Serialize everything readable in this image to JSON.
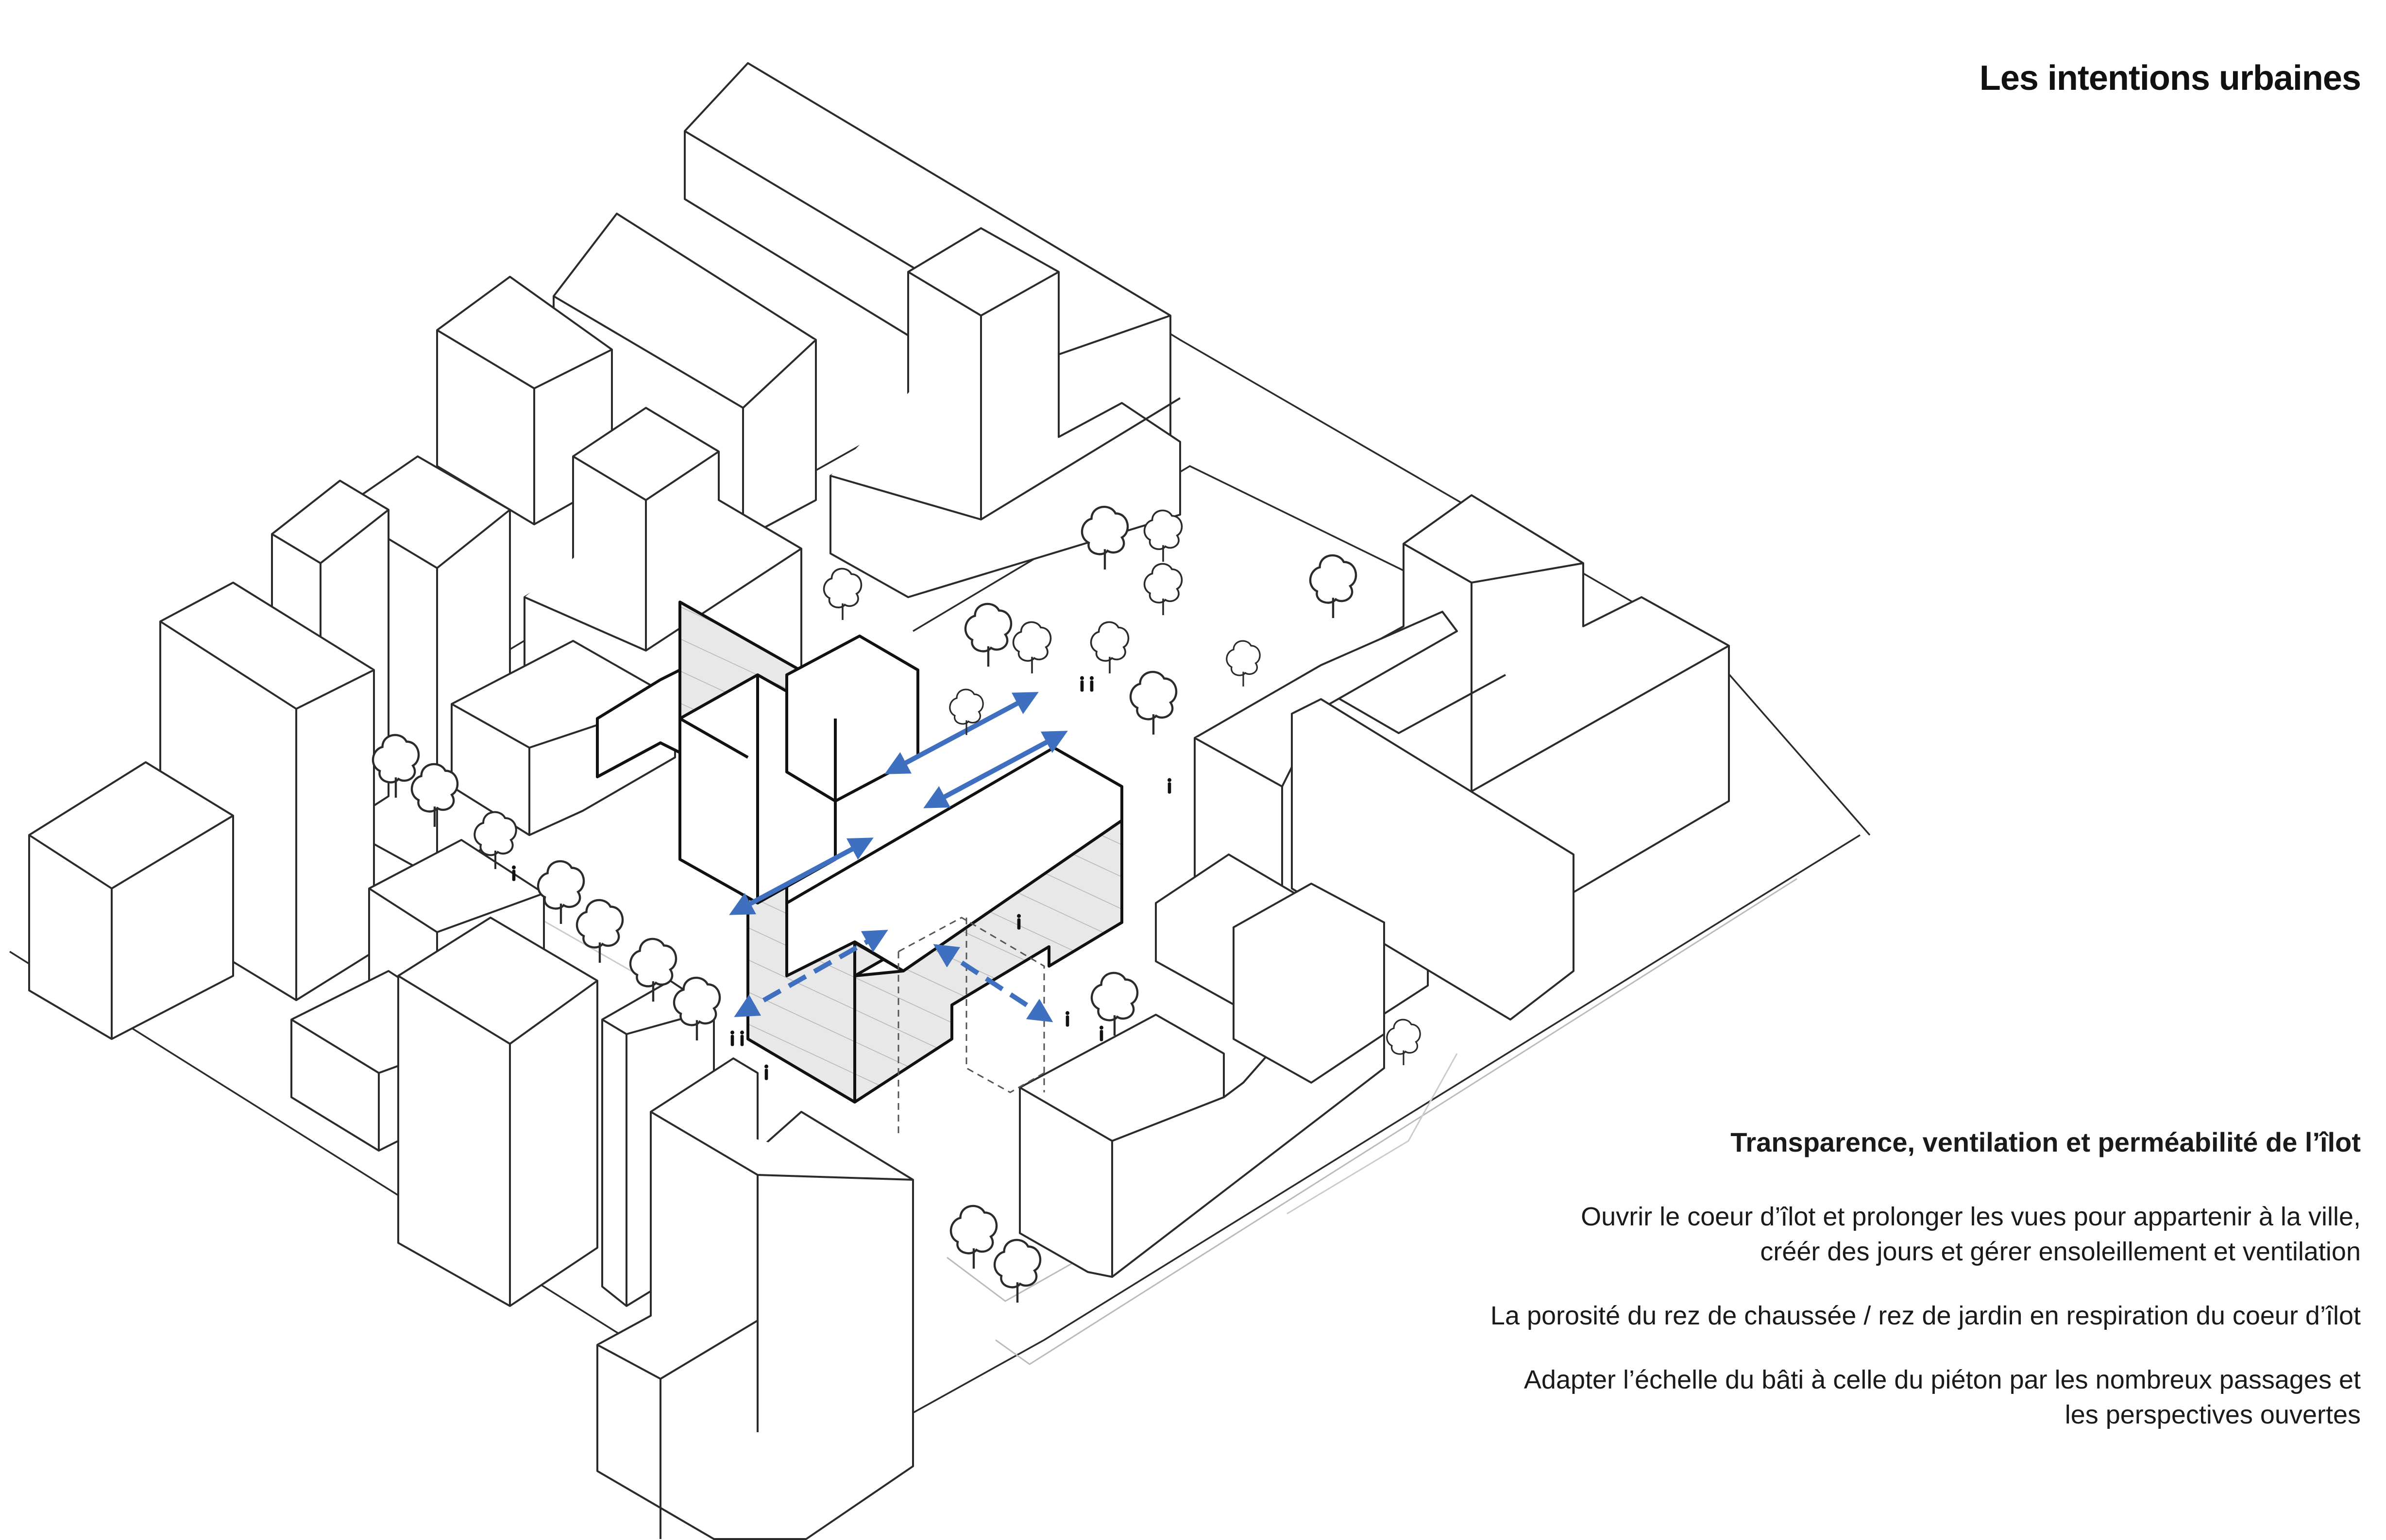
{
  "title": "Les  intentions urbaines",
  "subtitle": "Transparence, ventilation et perméabilité de l’îlot",
  "paragraphs": [
    {
      "lines": [
        "Ouvrir le coeur d’îlot et prolonger les vues pour appartenir à la ville,",
        "créér des jours et gérer ensoleillement et ventilation"
      ]
    },
    {
      "lines": [
        "La porosité du rez de chaussée / rez de jardin en respiration du coeur d’îlot"
      ]
    },
    {
      "lines": [
        "Adapter l’échelle du bâti à celle du piéton par les nombreux passages et",
        "les perspectives ouvertes"
      ]
    }
  ],
  "colors": {
    "line": "#2b2b2b",
    "accent_arrow": "#3f6fbf",
    "project_fill": "#e6e6e6",
    "background": "#ffffff"
  },
  "icons": [
    "tree-icon",
    "pedestrian-icon",
    "double-arrow-icon"
  ]
}
